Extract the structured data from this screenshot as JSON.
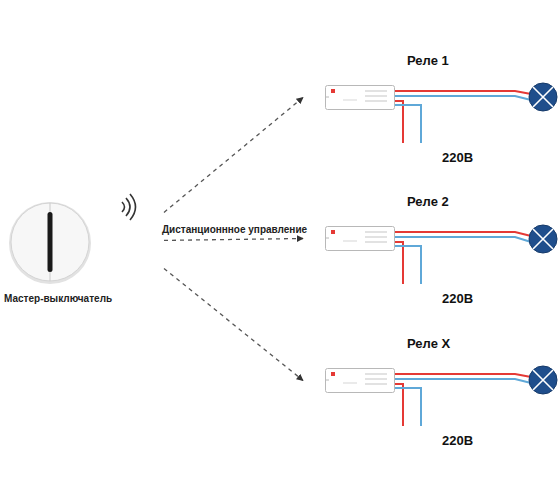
{
  "diagram": {
    "nodes": [
      {
        "text": [
          "Мастер-выключатель"
        ]
      },
      {
        "text": [
          "Реле 1"
        ]
      },
      {
        "text": [
          "Реле 2"
        ]
      },
      {
        "text": [
          "Реле X"
        ]
      }
    ],
    "edges": [
      {
        "from": 0,
        "to": 1,
        "arrow": "to"
      },
      {
        "from": 0,
        "to": 2,
        "arrow": "to",
        "label": "Дистанционнное управление"
      },
      {
        "from": 0,
        "to": 3,
        "arrow": "to"
      }
    ],
    "labels": [
      "220В",
      "220В",
      "220В"
    ]
  }
}
